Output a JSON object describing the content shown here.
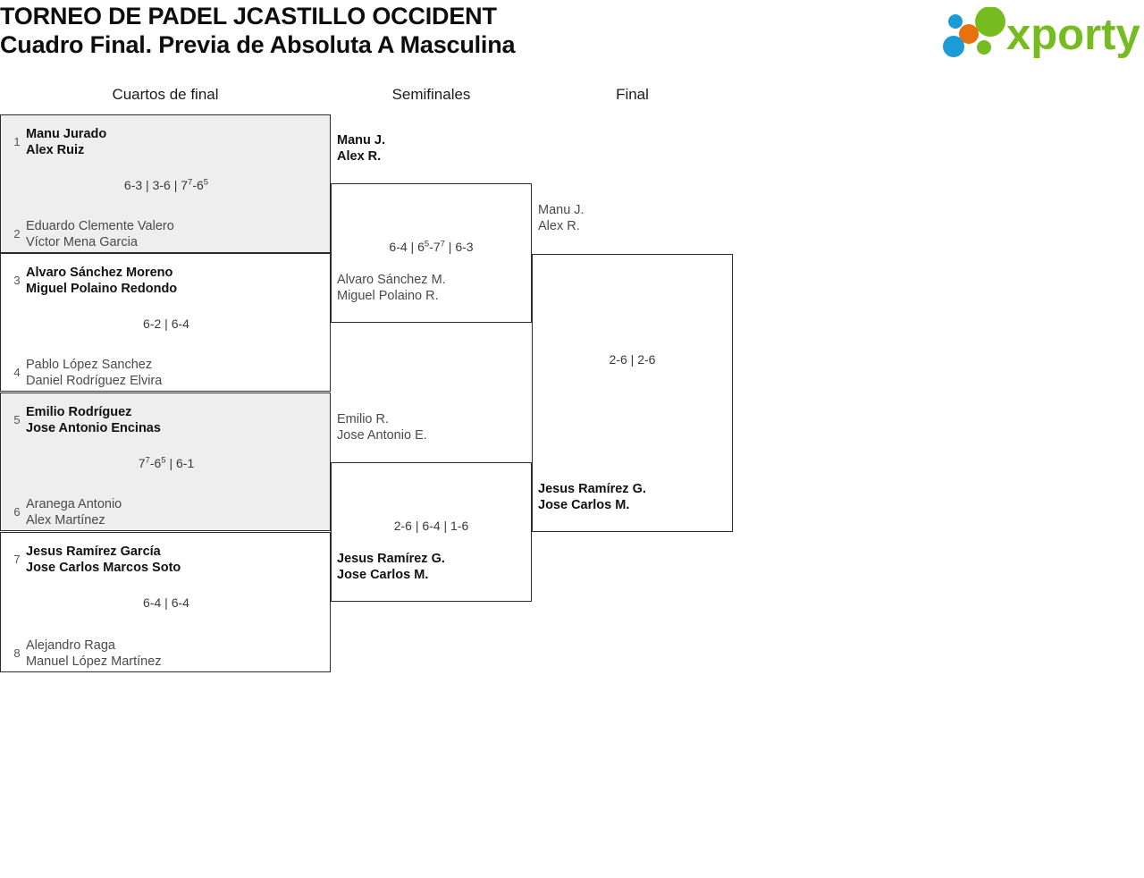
{
  "header": {
    "title_line1": "TORNEO DE PADEL JCASTILLO OCCIDENT",
    "title_line2": "Cuadro Final. Previa de Absoluta A Masculina",
    "logo_text": "xporty",
    "logo_colors": {
      "green": "#76bc21",
      "orange": "#e8700d",
      "blue": "#1d9bd7"
    }
  },
  "columns": {
    "quarterfinals_label": "Cuartos de final",
    "semifinals_label": "Semifinales",
    "final_label": "Final"
  },
  "quarterfinals": [
    {
      "score": "6-3 | 3-6 | 7⁷-6⁵",
      "top": {
        "seed": "1",
        "player1": "Manu Jurado",
        "player2": "Alex Ruiz",
        "result": "winner"
      },
      "bottom": {
        "seed": "2",
        "player1": "Eduardo Clemente Valero",
        "player2": "Víctor Mena Garcia",
        "result": "loser"
      }
    },
    {
      "score": "6-2 | 6-4",
      "top": {
        "seed": "3",
        "player1": "Alvaro Sánchez Moreno",
        "player2": "Miguel Polaino Redondo",
        "result": "winner"
      },
      "bottom": {
        "seed": "4",
        "player1": "Pablo López Sanchez",
        "player2": "Daniel Rodríguez Elvira",
        "result": "loser"
      }
    },
    {
      "score": "7⁷-6⁵ | 6-1",
      "top": {
        "seed": "5",
        "player1": "Emilio Rodríguez",
        "player2": "Jose Antonio Encinas",
        "result": "winner"
      },
      "bottom": {
        "seed": "6",
        "player1": "Aranega Antonio",
        "player2": "Alex Martínez",
        "result": "loser"
      }
    },
    {
      "score": "6-4 | 6-4",
      "top": {
        "seed": "7",
        "player1": "Jesus Ramírez García",
        "player2": "Jose Carlos Marcos Soto",
        "result": "winner"
      },
      "bottom": {
        "seed": "8",
        "player1": "Alejandro Raga",
        "player2": "Manuel López Martínez",
        "result": "loser"
      }
    }
  ],
  "semifinals": [
    {
      "score": "6-4 | 6⁵-7⁷ | 6-3",
      "top": {
        "player1": "Manu J.",
        "player2": "Alex R.",
        "result": "winner"
      },
      "bottom": {
        "player1": "Alvaro Sánchez M.",
        "player2": "Miguel Polaino R.",
        "result": "loser"
      }
    },
    {
      "score": "2-6 | 6-4 | 1-6",
      "top": {
        "player1": "Emilio R.",
        "player2": "Jose Antonio E.",
        "result": "loser"
      },
      "bottom": {
        "player1": "Jesus Ramírez G.",
        "player2": "Jose Carlos M.",
        "result": "winner"
      }
    }
  ],
  "final": {
    "score": "2-6 | 2-6",
    "top": {
      "player1": "Manu J.",
      "player2": "Alex R.",
      "result": "loser"
    },
    "bottom": {
      "player1": "Jesus Ramírez G.",
      "player2": "Jose Carlos M.",
      "result": "winner"
    }
  }
}
